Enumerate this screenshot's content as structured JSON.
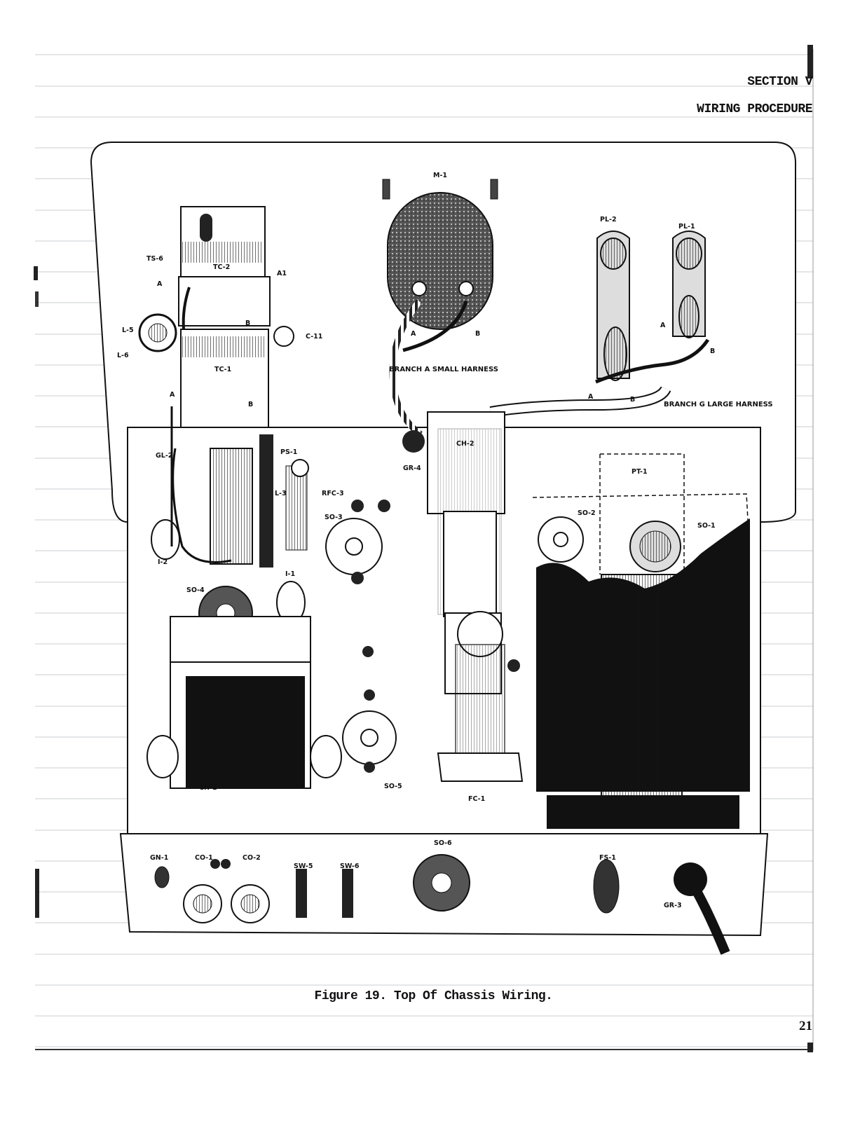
{
  "header": {
    "section": "SECTION V",
    "title": "WIRING PROCEDURE"
  },
  "figure": {
    "caption": "Figure 19. Top  Of Chassis Wiring.",
    "labels": {
      "m1": "M-1",
      "pl2": "PL-2",
      "pl1": "PL-1",
      "ts6": "TS-6",
      "tc2": "TC-2",
      "a1": "A1",
      "a_top": "A",
      "l5": "L-5",
      "l6": "L-6",
      "b_tc1": "B",
      "c11": "C-11",
      "tc1": "TC-1",
      "a_mid": "A",
      "b_mid": "B",
      "gl2": "GL-2",
      "i2": "I-2",
      "ps1": "PS-1",
      "rfc3": "RFC-3",
      "l3": "L-3",
      "so3": "SO-3",
      "so4": "SO-4",
      "i1": "I-1",
      "ch1": "CH-1",
      "so5": "SO-5",
      "ch2": "CH-2",
      "gr4": "GR-4",
      "fc1": "FC-1",
      "pt1": "PT-1",
      "so2": "SO-2",
      "so1": "SO-1",
      "harness_a": "BRANCH A SMALL HARNESS",
      "harness_g": "BRANCH G LARGE HARNESS",
      "a_m1": "A",
      "b_m1": "B",
      "a_pl": "A",
      "b_pl": "B",
      "a_pl2": "A",
      "b_pl2": "B",
      "gn1": "GN-1",
      "co1": "CO-1",
      "co2": "CO-2",
      "sw5": "SW-5",
      "sw6": "SW-6",
      "so6": "SO-6",
      "fs1": "FS-1",
      "gr3": "GR-3"
    }
  },
  "page_number": "21"
}
